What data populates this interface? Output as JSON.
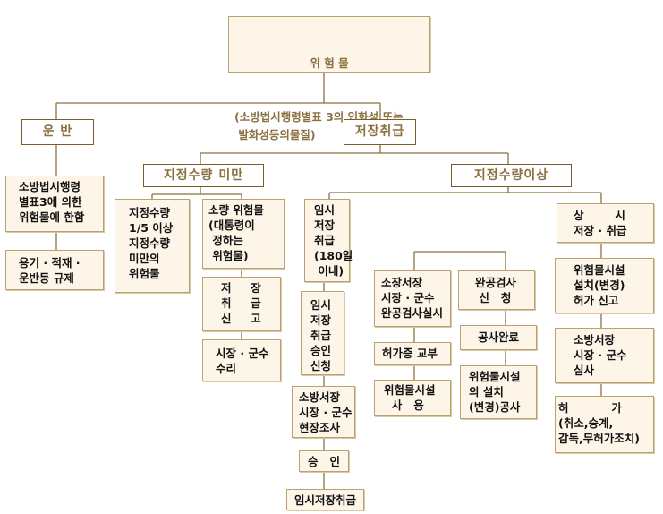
{
  "root": {
    "title": "위 험 물",
    "subtitle": "(소방법시행령별표 3의 인화성 또는\n 발화성등의물질)"
  },
  "transport": {
    "label": "운 반",
    "items": [
      "소방법시행령\n별표3에 의한\n위험물에 한함",
      "용기 · 적재 ·\n운반등 규제"
    ]
  },
  "storage": {
    "label": "저장취급"
  },
  "below": {
    "label": "지정수량 미만",
    "left": "지정수량\n1/5 이상\n지정수량\n미만의\n위험물",
    "right": [
      "소량 위험물\n(대통령이\n 정하는\n 위험물)",
      "저     장\n취     급\n신     고",
      "시장 · 군수\n수리"
    ]
  },
  "above": {
    "label": "지정수량이상",
    "temporary": [
      "임시\n저장\n취급\n(180일\n 이내)",
      "임시\n저장\n취급\n승인\n신청",
      "소방서장\n시장 · 군수\n현장조사",
      "승   인",
      "임시저장취급"
    ],
    "inspect_a": [
      "소장서장\n시장 · 군수\n완공검사실시",
      "허가증 교부",
      "위험물시설\n  사   용"
    ],
    "inspect_b": [
      "완공검사\n 신   청",
      "공사완료",
      "위험물시설\n의 설치\n(변경)공사"
    ],
    "regular": [
      "상        시\n저장 · 취급",
      "위험물시설\n설치(변경)\n허가 신고",
      "소방서장\n시장 · 군수\n심사",
      "허           가\n(취소,승계,\n감독,무허가조치)"
    ]
  }
}
